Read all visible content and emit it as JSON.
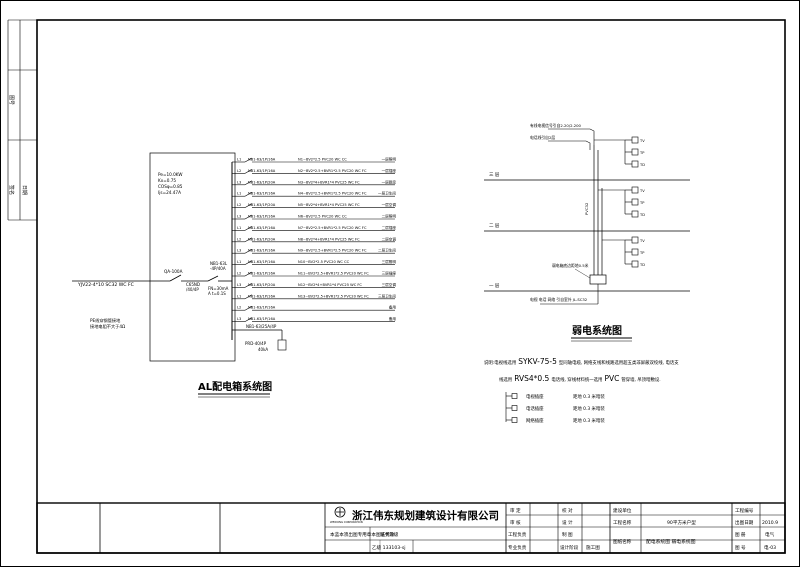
{
  "left_strip": {
    "labels": [
      "图号",
      "签名",
      "日期"
    ]
  },
  "distribution_box": {
    "title": "AL配电箱系统图",
    "incoming_cable": "YJV22-4*10 SC32 WC FC",
    "params": [
      "Pe=10.0KW",
      "Kx=0.75",
      "COSφ=0.85",
      "Ijs=24.47A"
    ],
    "main_switch": "QA-100A",
    "main_switch_spec": [
      "C65ND",
      "/40/4P"
    ],
    "rcd_spec": [
      "NB1-63L",
      "-4P/40A"
    ],
    "rcd_note": [
      "FN=30mA",
      "A t=0.1S"
    ],
    "earthing_note": [
      "PE线穿钢管接地",
      "接地电阻不大于4Ω"
    ],
    "spd_label": [
      "PRD-40/4P",
      "40kA"
    ],
    "spd_breaker": "NB1-63/25A/4P",
    "circuits": [
      {
        "phase": "L1",
        "breaker": "NB1-63/1P/16A",
        "cable": "N1~BV2*2.5 PVC20 WC CC",
        "load": "一层照明"
      },
      {
        "phase": "L2",
        "breaker": "NB1-63/1P/16A",
        "cable": "N2~BV2*2.5+BVR1*2.5 PVC20 WC FC",
        "load": "一层插座"
      },
      {
        "phase": "L3",
        "breaker": "NB1-63/1P/20A",
        "cable": "N3~BV2*4+BVR1*4 PVC25 WC FC",
        "load": "一层厨房"
      },
      {
        "phase": "L1",
        "breaker": "NB1-63/1P/16A",
        "cable": "N4~BV2*2.5+BVR1*2.5 PVC20 WC FC",
        "load": "一层卫生间"
      },
      {
        "phase": "L2",
        "breaker": "NB1-63/1P/20A",
        "cable": "N5~BV2*4+BVR1*4 PVC25 WC FC",
        "load": "一层空调"
      },
      {
        "phase": "L3",
        "breaker": "NB1-63/1P/16A",
        "cable": "N6~BV2*2.5 PVC20 WC CC",
        "load": "二层照明"
      },
      {
        "phase": "L1",
        "breaker": "NB1-63/1P/16A",
        "cable": "N7~BV2*2.5+BVR1*2.5 PVC20 WC FC",
        "load": "二层插座"
      },
      {
        "phase": "L2",
        "breaker": "NB1-63/1P/20A",
        "cable": "N8~BV2*4+BVR1*4 PVC25 WC FC",
        "load": "二层空调"
      },
      {
        "phase": "L3",
        "breaker": "NB1-63/1P/16A",
        "cable": "N9~BV2*2.5+BVR1*2.5 PVC20 WC FC",
        "load": "二层卫生间"
      },
      {
        "phase": "L1",
        "breaker": "NB1-63/1P/16A",
        "cable": "N10~BV2*2.5 PVC20 WC CC",
        "load": "三层照明"
      },
      {
        "phase": "L2",
        "breaker": "NB1-63/1P/16A",
        "cable": "N11~BV2*2.5+BVR1*2.5 PVC20 WC FC",
        "load": "三层插座"
      },
      {
        "phase": "L3",
        "breaker": "NB1-63/1P/20A",
        "cable": "N12~BV2*4+BVR1*4 PVC25 WC FC",
        "load": "三层空调"
      },
      {
        "phase": "L1",
        "breaker": "NB1-63/1P/16A",
        "cable": "N13~BV2*2.5+BVR1*2.5 PVC20 WC FC",
        "load": "三层卫生间"
      },
      {
        "phase": "L2",
        "breaker": "NB1-63/1P/16A",
        "cable": "",
        "load": "备用"
      },
      {
        "phase": "L3",
        "breaker": "NB1-63/1P/16A",
        "cable": "",
        "load": "备用"
      }
    ]
  },
  "weak_system": {
    "title": "弱电系统图",
    "floors": [
      "三 层",
      "二 层",
      "一 层"
    ],
    "top_label": [
      "有线电视信号引自2.20/2.200",
      "电话线引自2层"
    ],
    "riser_label": "PVC32",
    "box_label": "弱电箱底边距地0.5米",
    "service_entry": "电视 电话 网络 引自室外 JL-SC32",
    "outlets_label": [
      "TV",
      "TP",
      "TD"
    ]
  },
  "notes": {
    "line1_prefix": "说明:电视线选用",
    "line1_code": "SYKV-75-5",
    "line1_rest": "型同轴电缆, 网络支线和线路选用超五类非屏蔽双绞线, 电话支",
    "line2_prefix": "线选用",
    "line2_code": "RVS4*0.5",
    "line2_mid": "电话线, 穿线材料统一选用",
    "line2_code2": "PVC",
    "line2_rest": "管穿墙, 吊顶暗敷设.",
    "legend": [
      {
        "name": "电视插座",
        "desc": "距地 0.3 米暗装"
      },
      {
        "name": "电话插座",
        "desc": "距地 0.3 米暗装"
      },
      {
        "name": "网络插座",
        "desc": "距地 0.3 米暗装"
      }
    ]
  },
  "title_block": {
    "company": "浙江伟东规划建筑设计有限公司",
    "logo_caption": "WEIDONG CORPORATION",
    "license_text": "本蓝本须出图专用章本图纸无效",
    "cert_label": "证书等级",
    "cert_value": "乙级 133103-sj",
    "roles": [
      "审 定",
      "审 核",
      "工程负责",
      "专业负责"
    ],
    "roles2": [
      "校 对",
      "设 计",
      "制 图",
      "设计阶段"
    ],
    "stage_value": "施工图",
    "project_labels": [
      "建设单位",
      "工程名称",
      "图纸名称"
    ],
    "project_value": "90平方米户型",
    "drawing_name": "配电系统图  弱电系统图",
    "right_labels": [
      "工程编号",
      "出图日期",
      "图 册",
      "图 号"
    ],
    "right_values": [
      "",
      "2010.9",
      "电气",
      "电-03"
    ]
  }
}
